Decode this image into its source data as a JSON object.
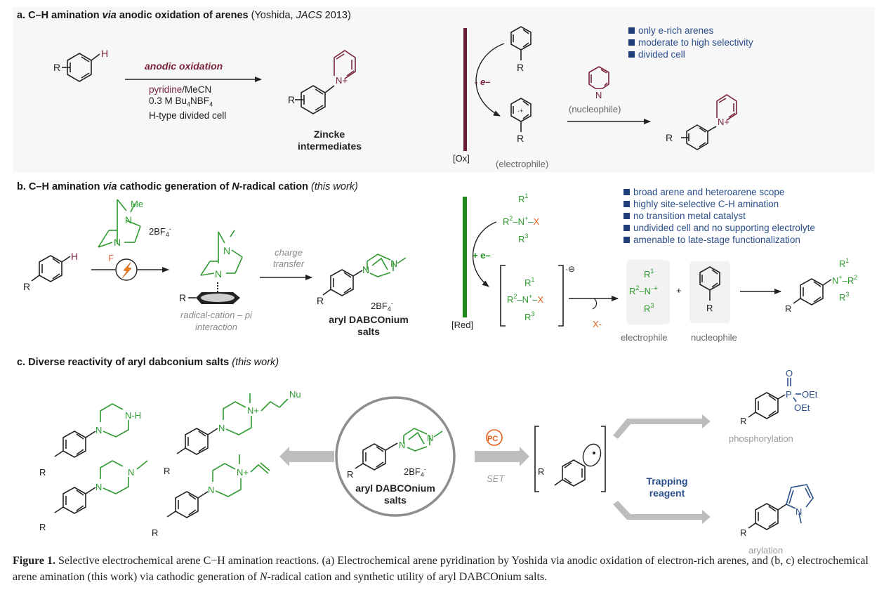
{
  "colors": {
    "maroon": "#7a2338",
    "green": "#2e9a2e",
    "electrode_green": "#1e8a1e",
    "orange": "#e0601a",
    "blue": "#2b4f8a",
    "gray_arrow": "#bdbdbd",
    "panel_bg": "#f7f7f7"
  },
  "panel_a": {
    "label": "a.",
    "title_1": "C–H amination ",
    "title_via": "via",
    "title_2": " anodic oxidation of arenes ",
    "ref_1": "(Yoshida, ",
    "ref_journal": "JACS",
    "ref_2": " 2013)",
    "reactant_R": "R",
    "reactant_H": "H",
    "conditions": {
      "top": "anodic oxidation",
      "line1_colored": "pyridine",
      "line1_rest": "/MeCN",
      "line2": "0.3 M Bu4NBF4",
      "line3": "H-type divided cell"
    },
    "product_label_1": "Zincke",
    "product_label_2": "intermediates",
    "electrode_label": "[Ox]",
    "electron_label": "- e–",
    "electrophile_label": "(electrophile)",
    "nucleophile_label": "(nucleophile)",
    "radical_cation": "·+",
    "N_plus": "N+",
    "N": "N",
    "bullets": [
      "only e-rich arenes",
      "moderate to high selectivity",
      "divided cell"
    ]
  },
  "panel_b": {
    "label": "b.",
    "title_1": "C–H amination ",
    "title_via": "via",
    "title_2": " cathodic generation of ",
    "title_N": "N",
    "title_3": "-radical cation ",
    "title_note": "(this work)",
    "reagent_Me": "Me",
    "reagent_F": "F",
    "counterion": "2BF4-",
    "photo_icon": "lightning-bolt",
    "complex_label_1": "radical-cation – pi",
    "complex_label_2": "interaction",
    "arrow_label_1": "charge",
    "arrow_label_2": "transfer",
    "product_label_1": "aryl DABCOnium",
    "product_label_2": "salts",
    "electrode_label": "[Red]",
    "electron_label": "+ e–",
    "radical_anion": "·⊖",
    "leaving_group": "X-",
    "electrophile_label": "electrophile",
    "nucleophile_label": "nucleophile",
    "plus": "+",
    "bullets": [
      "broad arene and heteroarene scope",
      "highly site-selective C-H amination",
      "no transition metal catalyst",
      "undivided cell and no supporting electrolyte",
      "amenable to late-stage functionalization"
    ]
  },
  "panel_c": {
    "label": "c.",
    "title": "Diverse reactivity of aryl dabconium salts ",
    "title_note": "(this work)",
    "center_label_1": "aryl DABCOnium",
    "center_label_2": "salts",
    "counterion": "2BF4-",
    "pc_label": "PC",
    "set_label": "SET",
    "trapping_1": "Trapping",
    "trapping_2": "reagent",
    "product_top_label": "phosphorylation",
    "product_bottom_label": "arylation",
    "OEt": "OEt",
    "O": "O",
    "P": "P",
    "Nu": "Nu"
  },
  "caption": {
    "fig": "Figure 1.",
    "text_1": " Selective electrochemical arene C−H amination reactions. (a) Electrochemical arene pyridination by Yoshida via anodic oxidation of electron-rich arenes, and (b, c) electrochemical arene amination (this work) via cathodic generation of ",
    "text_N": "N",
    "text_2": "-radical cation and synthetic utility of aryl DABCOnium salts."
  }
}
